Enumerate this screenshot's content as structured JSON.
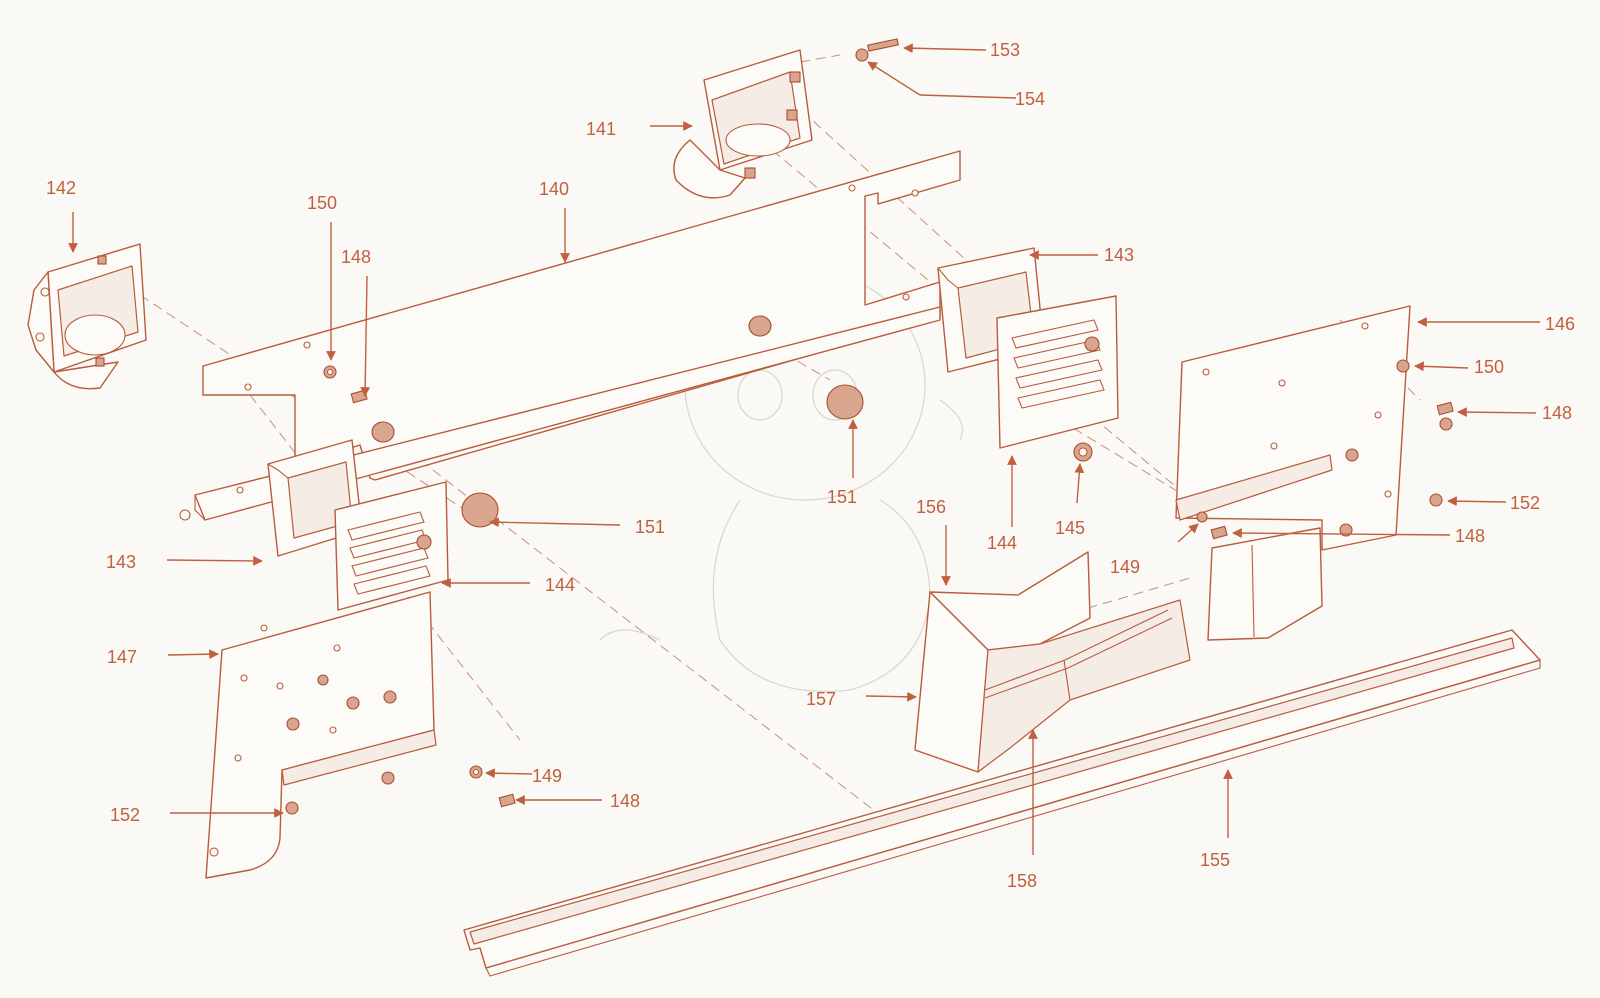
{
  "colors": {
    "line": "#b85c3c",
    "label": "#c0603f",
    "background": "#fbf9f5"
  },
  "labels": {
    "l153": "153",
    "l154": "154",
    "l141": "141",
    "l142": "142",
    "l140": "140",
    "l150a": "150",
    "l148a": "148",
    "l143a": "143",
    "l146": "146",
    "l150b": "150",
    "l148b": "148",
    "l152a": "152",
    "l148c": "148",
    "l151a": "151",
    "l151b": "151",
    "l156": "156",
    "l144a": "144",
    "l145": "145",
    "l149a": "149",
    "l143b": "143",
    "l144b": "144",
    "l147": "147",
    "l157": "157",
    "l149b": "149",
    "l148d": "148",
    "l152b": "152",
    "l158": "158",
    "l155": "155"
  }
}
